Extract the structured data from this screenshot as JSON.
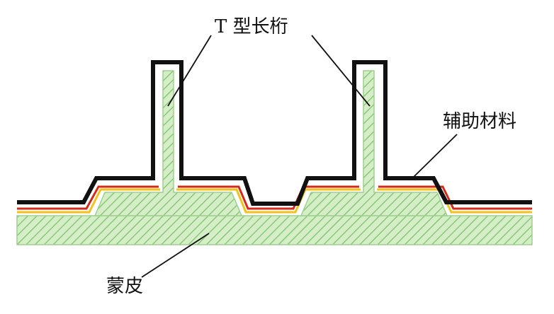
{
  "labels": {
    "stringer": "T 型长桁",
    "auxiliary_material": "辅助材料",
    "skin": "蒙皮"
  },
  "colors": {
    "composite_fill": "#d6eec8",
    "hatch": "#7cc46a",
    "hatch_outline": "#9fcf8e",
    "outer_layer": "#111111",
    "red_layer": "#d42a1a",
    "yellow_layer": "#f2c21a",
    "leader": "#111111"
  }
}
